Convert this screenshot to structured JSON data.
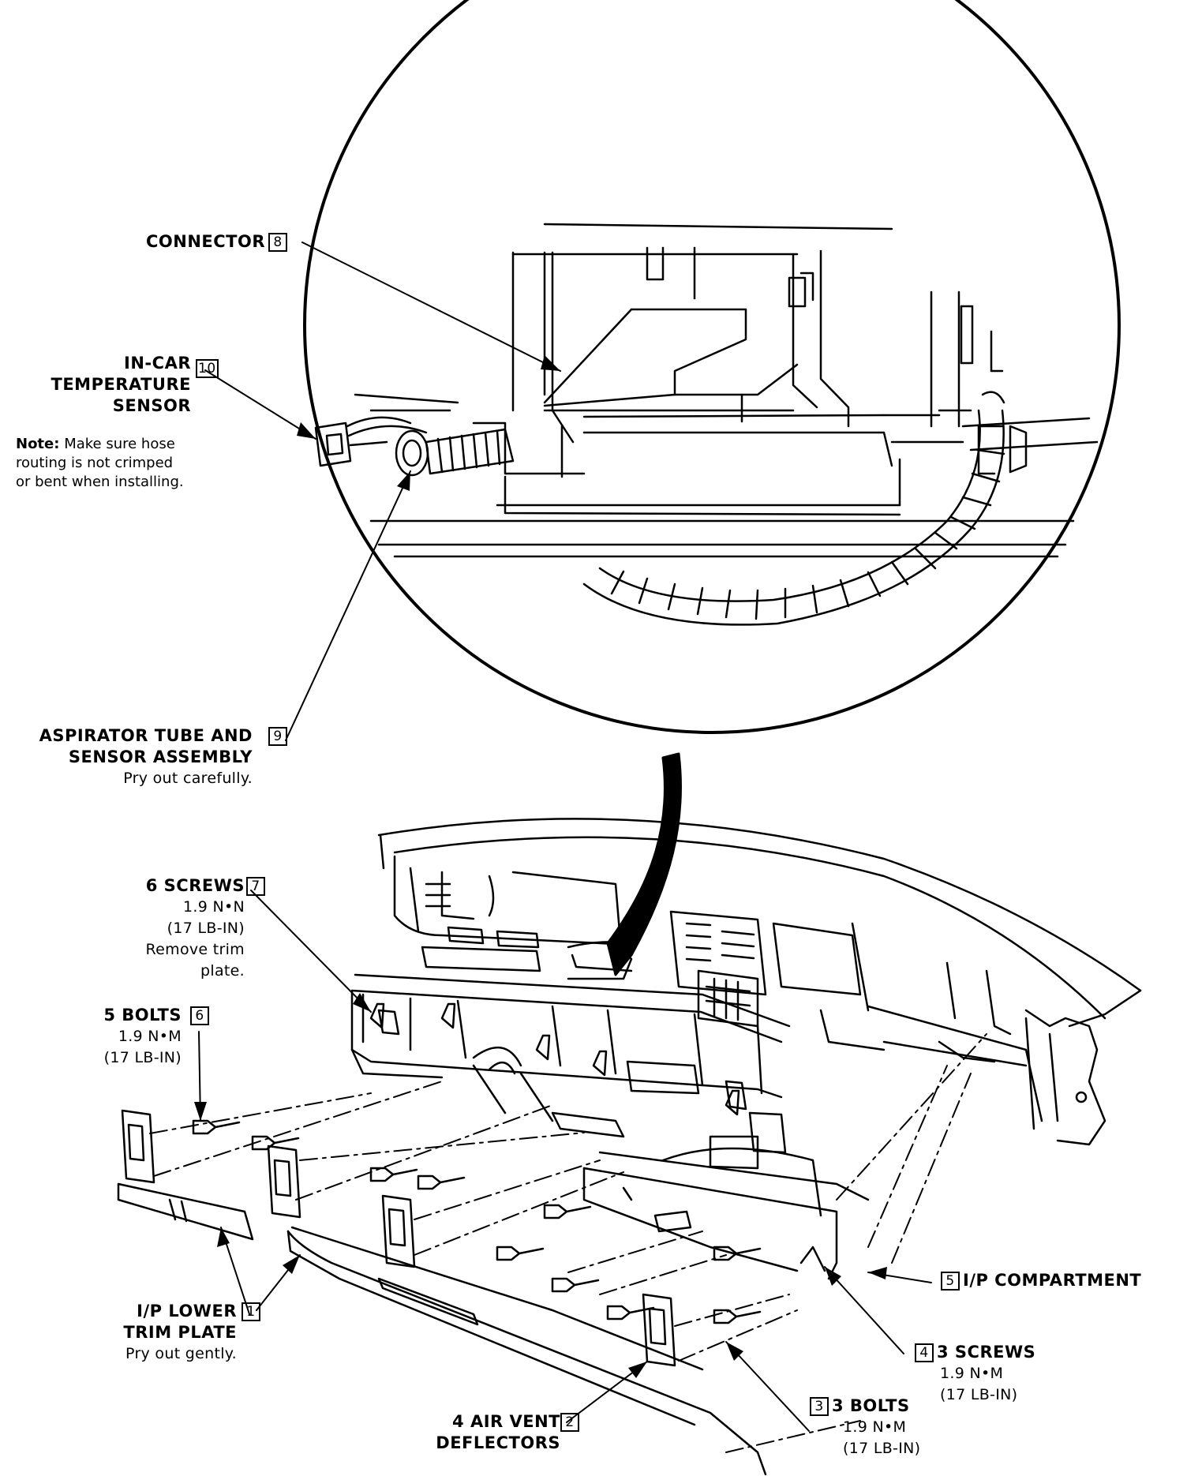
{
  "callouts": {
    "connector": {
      "label": "CONNECTOR",
      "num": "8"
    },
    "sensor": {
      "lines": [
        "IN-CAR",
        "TEMPERATURE",
        "SENSOR"
      ],
      "num": "10"
    },
    "note": {
      "prefix": "Note:",
      "lines": [
        "Make sure hose",
        "routing is not crimped",
        "or bent when installing."
      ]
    },
    "aspirator": {
      "lines": [
        "ASPIRATOR TUBE AND",
        "SENSOR ASSEMBLY"
      ],
      "num": "9",
      "sub": "Pry out carefully."
    },
    "screws7": {
      "label": "6 SCREWS",
      "num": "7",
      "sub": [
        "1.9 N•N",
        "(17 LB-IN)",
        "Remove trim",
        "plate."
      ]
    },
    "bolts6": {
      "label": "5 BOLTS",
      "num": "6",
      "sub": [
        "1.9 N•M",
        "(17 LB-IN)"
      ]
    },
    "trim1": {
      "lines": [
        "I/P LOWER",
        "TRIM PLATE"
      ],
      "num": "1",
      "sub": "Pry out gently."
    },
    "vent2": {
      "lines": [
        "4 AIR VENT",
        "DEFLECTORS"
      ],
      "num": "2"
    },
    "bolts3": {
      "label": "3 BOLTS",
      "num": "3",
      "sub": [
        "1.9 N•M",
        "(17 LB-IN)"
      ]
    },
    "screws4": {
      "label": "3 SCREWS",
      "num": "4",
      "sub": [
        "1.9 N•M",
        "(17 LB-IN)"
      ]
    },
    "compartment5": {
      "label": "I/P COMPARTMENT",
      "num": "5"
    }
  }
}
